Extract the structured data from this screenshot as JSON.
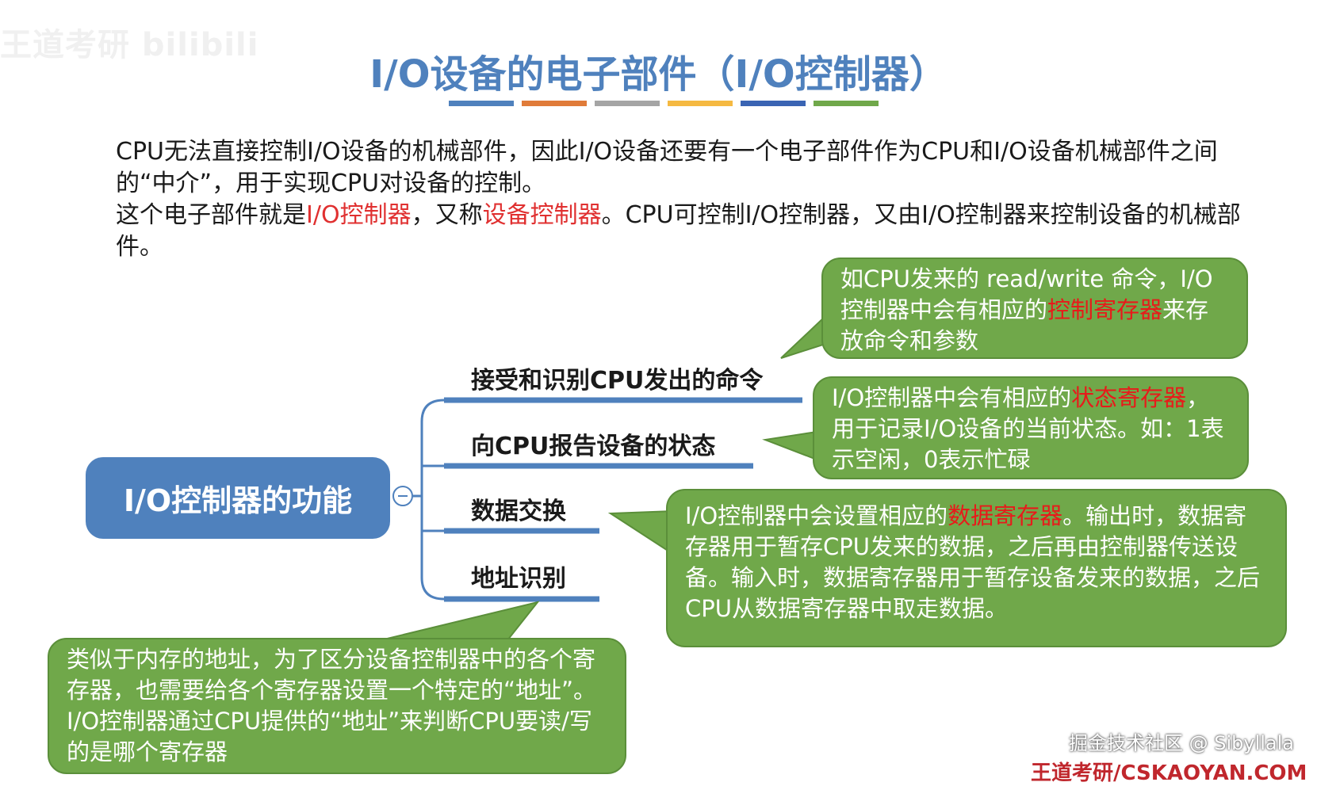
{
  "watermark": "王道考研 bilibili",
  "title": "I/O设备的电子部件（I/O控制器）",
  "title_bar_colors": [
    "#4f81bd",
    "#e07b39",
    "#a5a5a5",
    "#f5b942",
    "#3a64b3",
    "#70a84a"
  ],
  "intro": {
    "line1": "CPU无法直接控制I/O设备的机械部件，因此I/O设备还要有一个电子部件作为CPU和I/O设备机械部件之间的“中介”，用于实现CPU对设备的控制。",
    "line2_a": "这个电子部件就是",
    "line2_hl1": "I/O控制器",
    "line2_b": "，又称",
    "line2_hl2": "设备控制器",
    "line2_c": "。CPU可控制I/O控制器，又由I/O控制器来控制设备的机械部件。"
  },
  "mindmap": {
    "root": "I/O控制器的功能",
    "branches": [
      {
        "label": "接受和识别CPU发出的命令"
      },
      {
        "label": "向CPU报告设备的状态"
      },
      {
        "label": "数据交换"
      },
      {
        "label": "地址识别"
      }
    ]
  },
  "bubbles": {
    "b1": {
      "a": "如CPU发来的 read/write 命令，I/O控制器中会有相应的",
      "hl": "控制寄存器",
      "b": "来存放命令和参数"
    },
    "b2": {
      "a": "I/O控制器中会有相应的",
      "hl": "状态寄存器",
      "b": "，用于记录I/O设备的当前状态。如：1表示空闲，0表示忙碌"
    },
    "b3": {
      "a": "I/O控制器中会设置相应的",
      "hl": "数据寄存器",
      "b": "。输出时，数据寄存器用于暂存CPU发来的数据，之后再由控制器传送设备。输入时，数据寄存器用于暂存设备发来的数据，之后CPU从数据寄存器中取走数据。"
    },
    "b4": {
      "a": "类似于内存的地址，为了区分设备控制器中的各个寄存器，也需要给各个寄存器设置一个特定的“地址”。I/O控制器通过CPU提供的“地址”来判断CPU要读/写的是哪个寄存器"
    }
  },
  "footer": {
    "credit": "掘金技术社区 @ Sibyllala",
    "brand": "王道考研/CSKAOYAN.COM"
  },
  "colors": {
    "accent": "#4f81bd",
    "bubble": "#70a84a",
    "highlight": "#e03030"
  }
}
